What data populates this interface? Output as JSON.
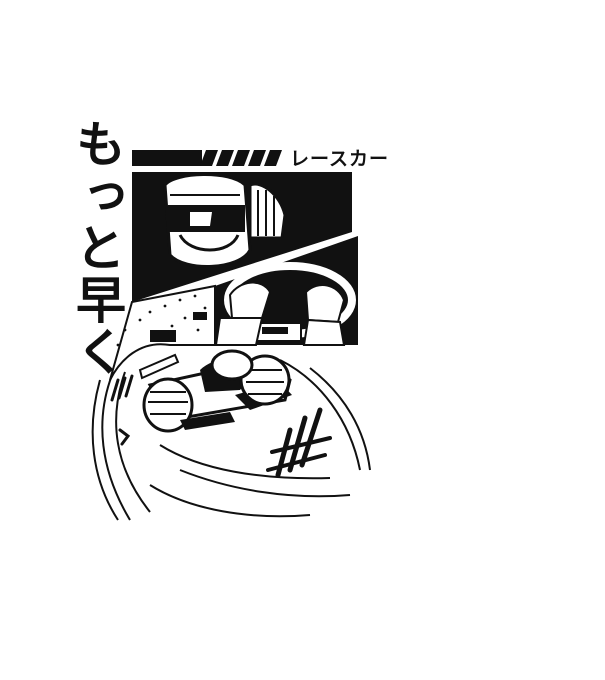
{
  "artwork": {
    "vertical_title": "もっと早く",
    "katakana_label": "レースカー",
    "colors": {
      "ink": "#111111",
      "paper": "#ffffff",
      "grey": "#777777"
    },
    "scenes": [
      "driver-helmet-scene",
      "steering-wheel-scene",
      "race-car-scene"
    ]
  }
}
